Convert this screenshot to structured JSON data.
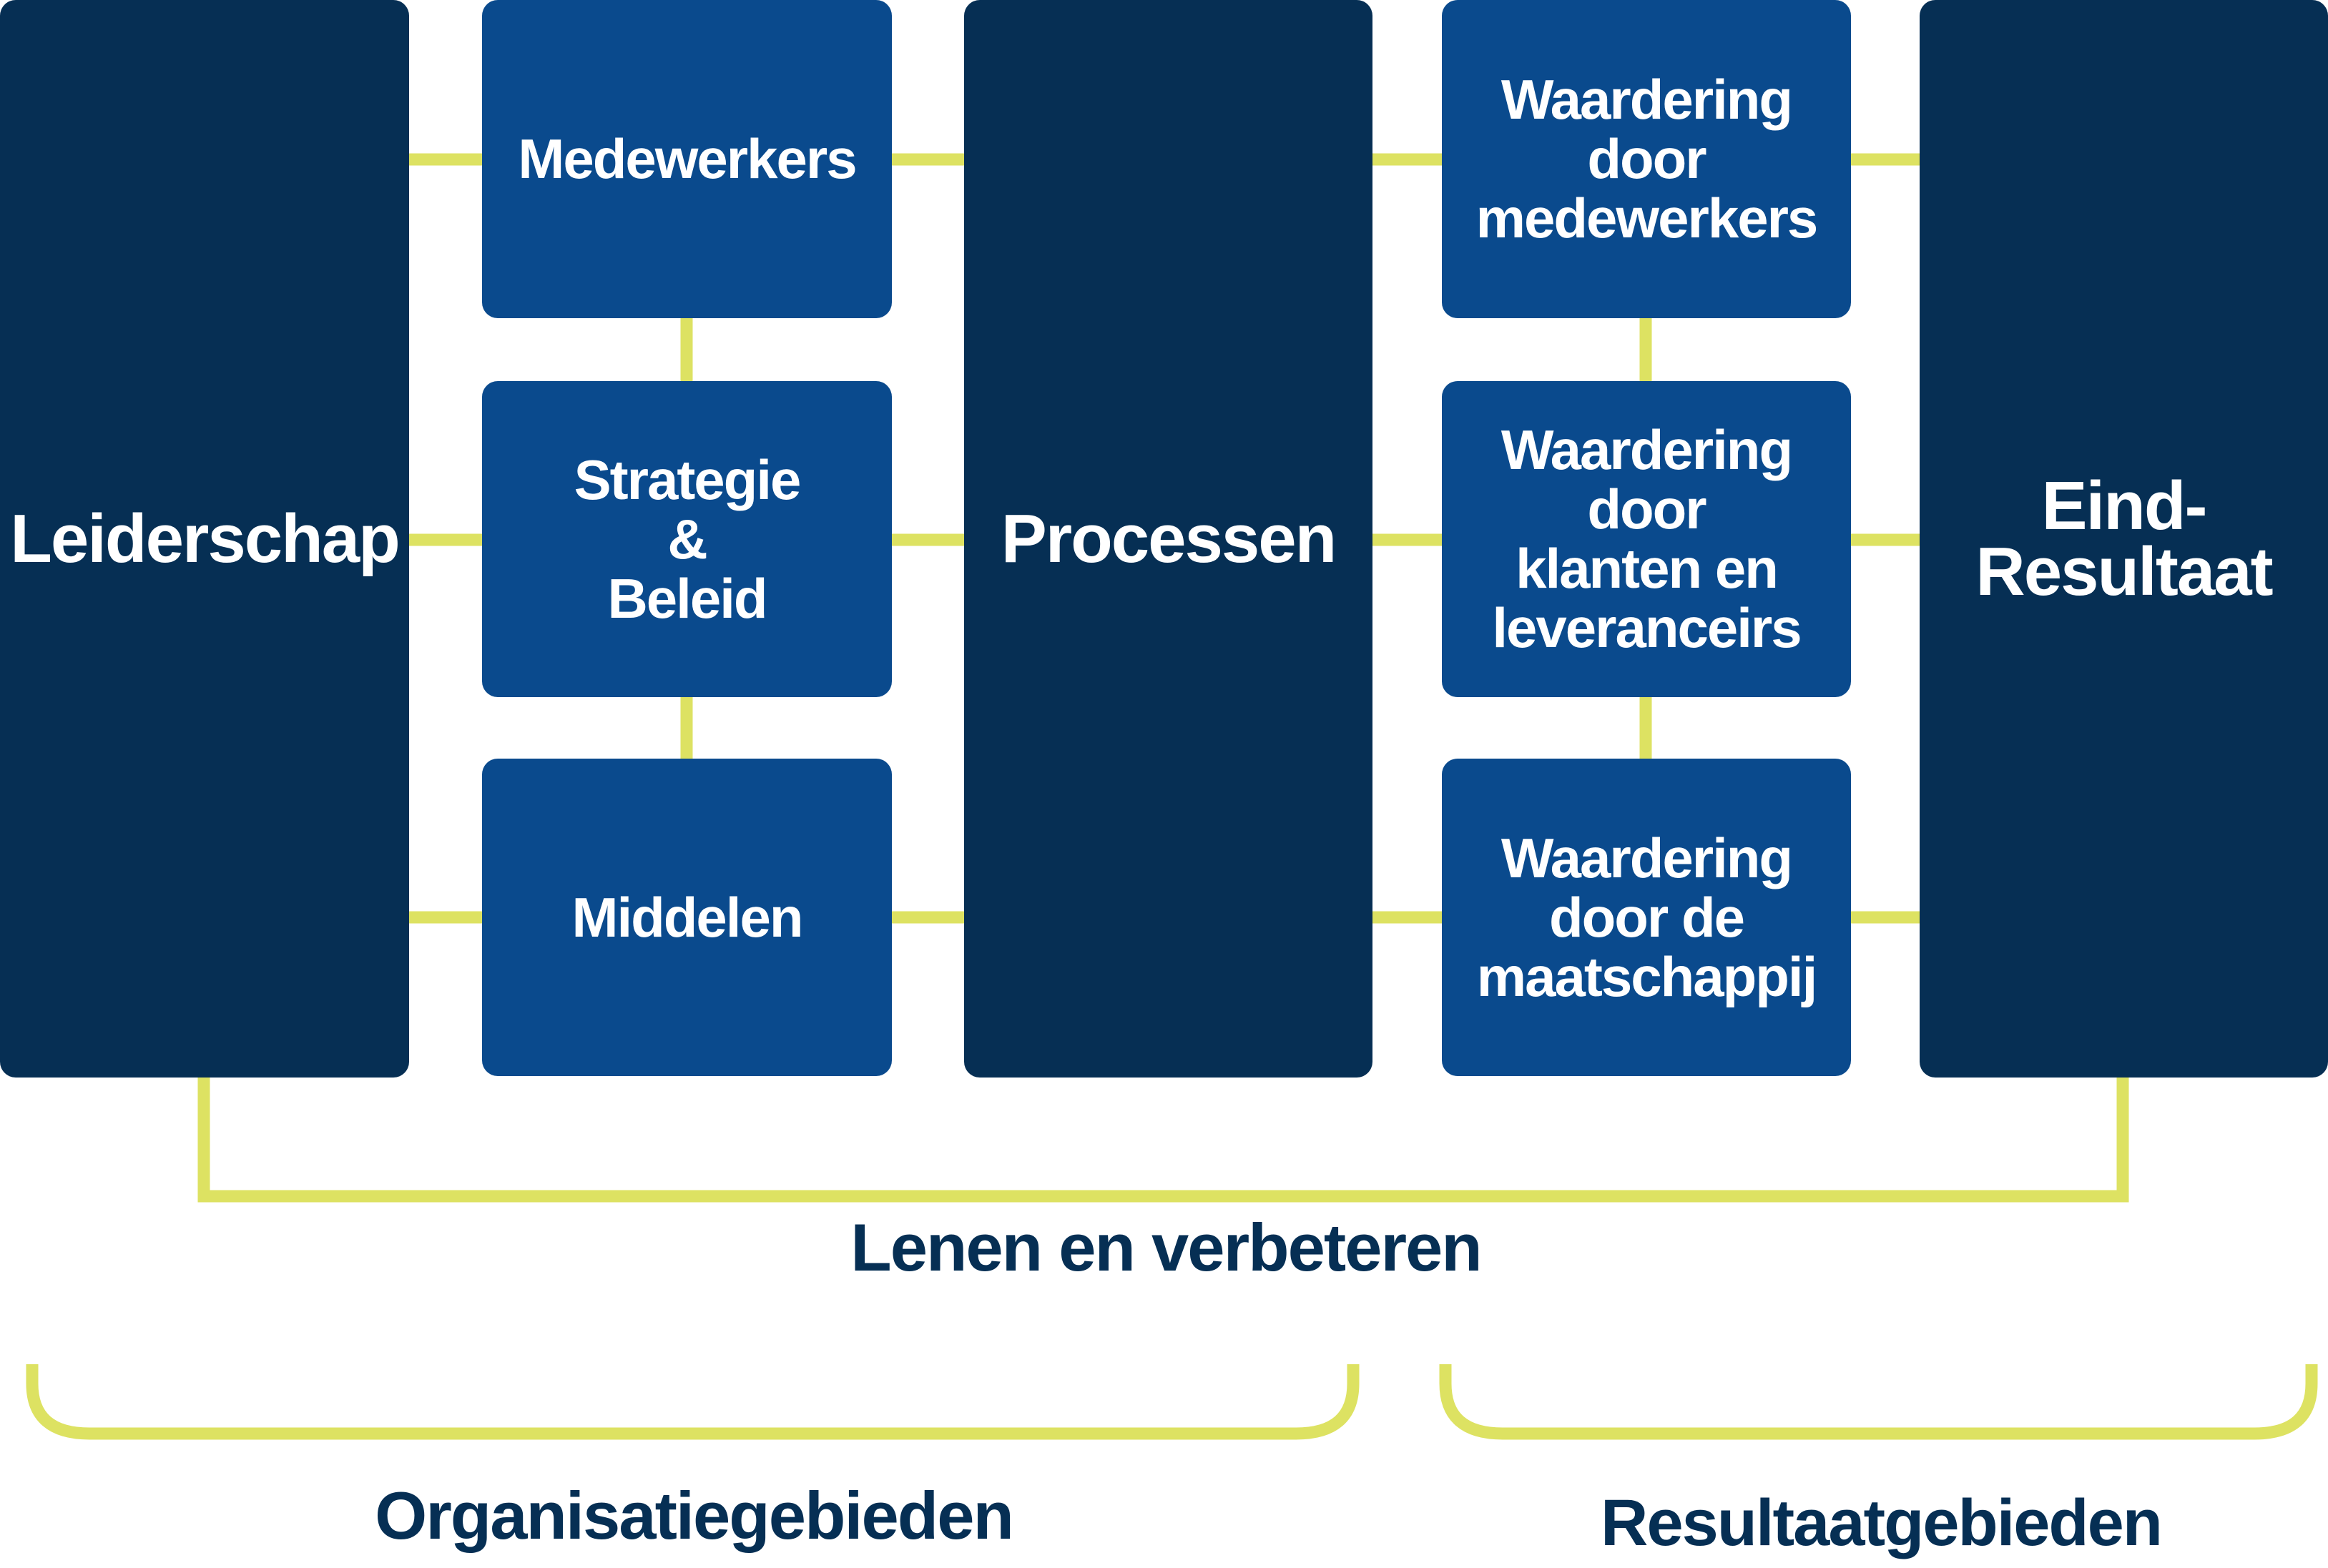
{
  "colors": {
    "pillar": "#062f54",
    "box": "#0a4a8d",
    "connector": "#dde262",
    "text": "#ffffff",
    "caption": "#062f54"
  },
  "pillars": {
    "leiderschap": "Leiderschap",
    "processen": "Processen",
    "eindresultaat": "Eind-\nResultaat"
  },
  "enablers": {
    "medewerkers": "Medewerkers",
    "strategie": "Strategie\n&\nBeleid",
    "middelen": "Middelen"
  },
  "results": {
    "waardering_medewerkers": "Waardering\ndoor\nmedewerkers",
    "waardering_klanten": "Waardering door\nklanten en\nleveranceirs",
    "waardering_maatschappij": "Waardering\ndoor de\nmaatschappij"
  },
  "captions": {
    "feedback": "Lenen en verbeteren",
    "organisatie": "Organisatiegebieden",
    "resultaat": "Resultaatgebieden"
  }
}
